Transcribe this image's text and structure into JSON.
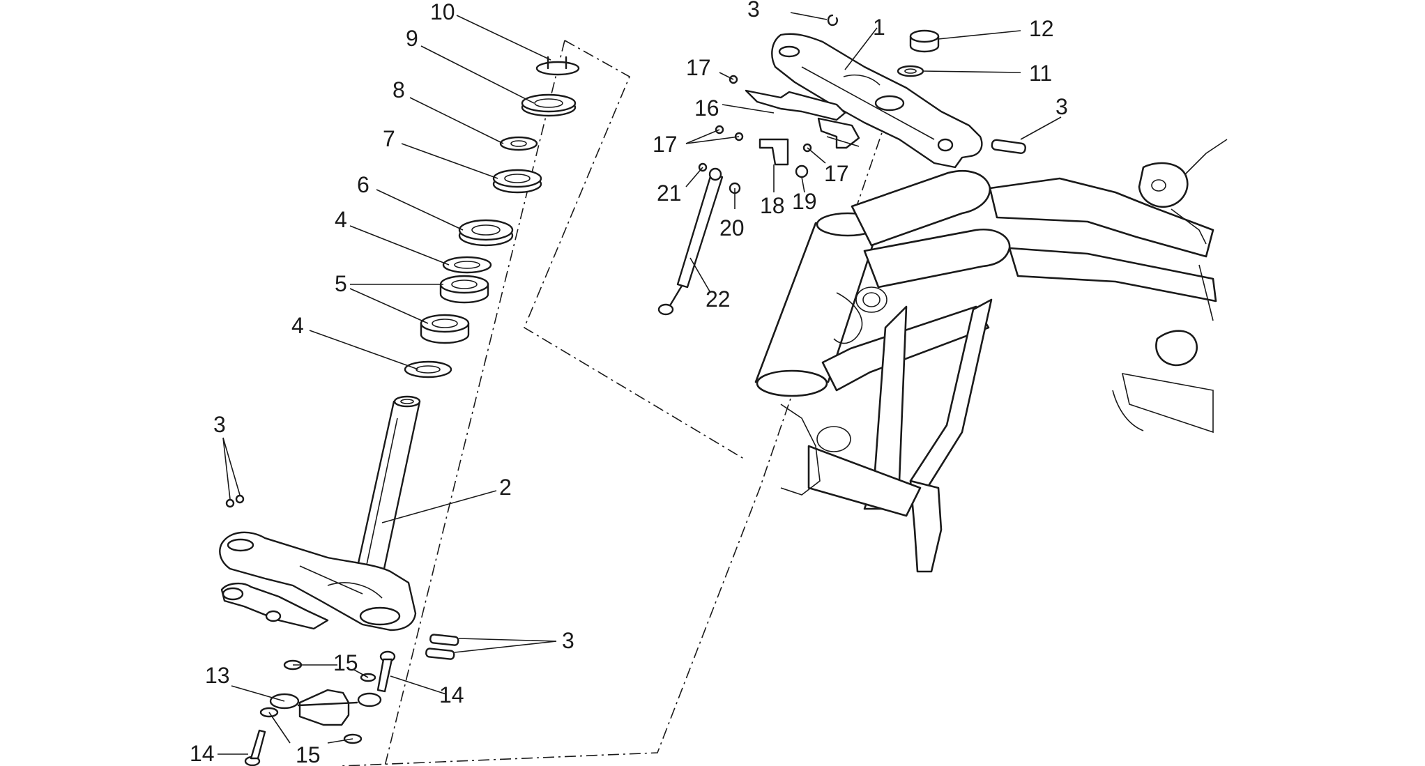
{
  "diagram": {
    "labels": {
      "l10": "10",
      "l9": "9",
      "l8": "8",
      "l7": "7",
      "l6": "6",
      "l4a": "4",
      "l5": "5",
      "l4b": "4",
      "l3a": "3",
      "l2": "2",
      "l13": "13",
      "l15a": "15",
      "l14a": "14",
      "l14b": "14",
      "l15b": "15",
      "l3b": "3",
      "l3c": "3",
      "l1": "1",
      "l12": "12",
      "l11": "11",
      "l3d": "3",
      "l17a": "17",
      "l16": "16",
      "l17b": "17",
      "l17c": "17",
      "l21": "21",
      "l20": "20",
      "l18": "18",
      "l19": "19",
      "l22": "22"
    }
  }
}
